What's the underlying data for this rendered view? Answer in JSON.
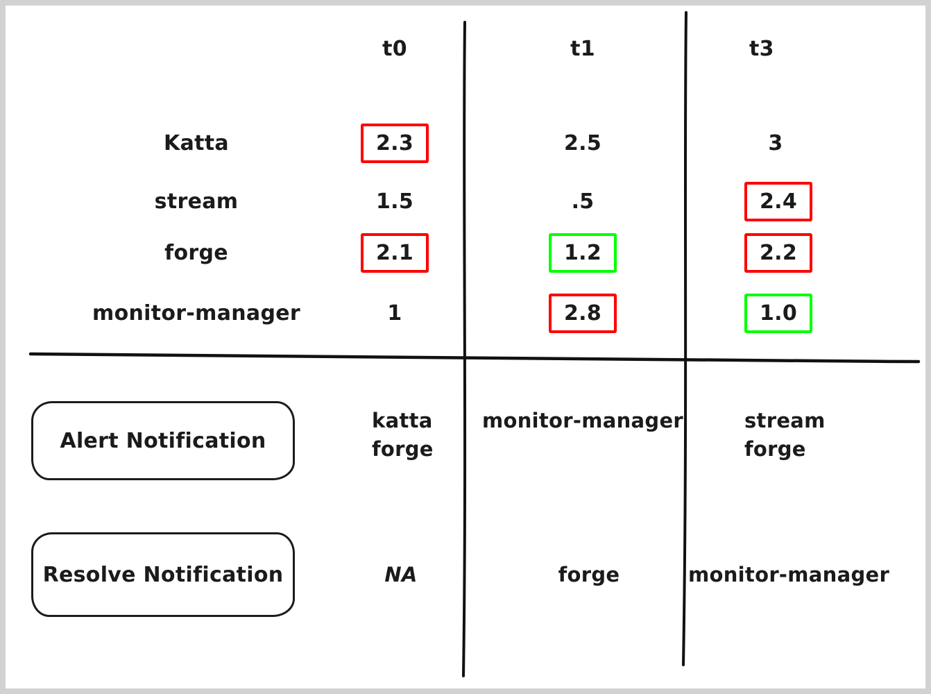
{
  "colors": {
    "alert_box": "#ff0000",
    "ok_box": "#00ff00",
    "ink": "#1b1b1b",
    "frame": "#d2d2d2",
    "canvas": "#ffffff"
  },
  "matrix": {
    "columns": [
      "t0",
      "t1",
      "t3"
    ],
    "rows": [
      {
        "label": "Katta",
        "values": [
          {
            "text": "2.3",
            "box": "red"
          },
          {
            "text": "2.5",
            "box": "none"
          },
          {
            "text": "3",
            "box": "none"
          }
        ]
      },
      {
        "label": "stream",
        "values": [
          {
            "text": "1.5",
            "box": "none"
          },
          {
            "text": ".5",
            "box": "none"
          },
          {
            "text": "2.4",
            "box": "red"
          }
        ]
      },
      {
        "label": "forge",
        "values": [
          {
            "text": "2.1",
            "box": "red"
          },
          {
            "text": "1.2",
            "box": "green"
          },
          {
            "text": "2.2",
            "box": "red"
          }
        ]
      },
      {
        "label": "monitor-manager",
        "values": [
          {
            "text": "1",
            "box": "none"
          },
          {
            "text": "2.8",
            "box": "red"
          },
          {
            "text": "1.0",
            "box": "green"
          }
        ]
      }
    ]
  },
  "notifications": [
    {
      "label": "Alert Notification",
      "cells": [
        [
          "katta",
          "forge"
        ],
        [
          "monitor-manager"
        ],
        [
          "stream",
          "forge"
        ]
      ]
    },
    {
      "label": "Resolve Notification",
      "cells": [
        [
          "NA"
        ],
        [
          "forge"
        ],
        [
          "monitor-manager"
        ]
      ]
    }
  ]
}
